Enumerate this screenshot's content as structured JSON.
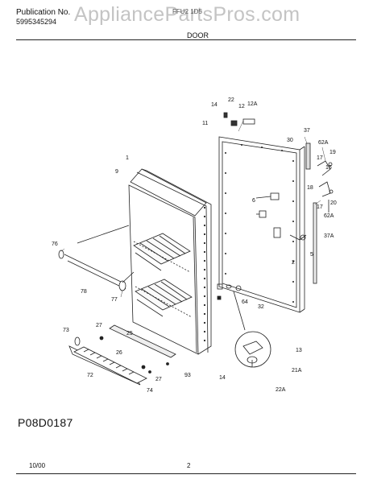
{
  "header": {
    "publication_label": "Publication No.",
    "publication_number": "5995345294",
    "model_ref": "FFU2 1D5",
    "watermark": "AppliancePartsPros.com"
  },
  "section_title": "DOOR",
  "diagram_code": "P08D0187",
  "footer": {
    "date": "10/00",
    "page": "2"
  },
  "part_labels": {
    "p1": "1",
    "p2": "2",
    "p5": "5",
    "p6": "6",
    "p9": "9",
    "p11": "11",
    "p12": "12",
    "p12a": "12A",
    "p13": "13",
    "p14a": "14",
    "p14b": "14",
    "p16": "16",
    "p17a": "17",
    "p17b": "17",
    "p18": "18",
    "p19": "19",
    "p20": "20",
    "p21a": "21A",
    "p22": "22",
    "p22a": "22A",
    "p25": "25",
    "p26": "26",
    "p27a": "27",
    "p27b": "27",
    "p30": "30",
    "p32": "32",
    "p37": "37",
    "p37a": "37A",
    "p62a_top": "62A",
    "p62a_bot": "62A",
    "p64": "64",
    "p72": "72",
    "p73": "73",
    "p74": "74",
    "p76": "76",
    "p77": "77",
    "p78": "78",
    "p93": "93"
  },
  "colors": {
    "ink": "#111111",
    "watermark": "#c4c4c4"
  }
}
